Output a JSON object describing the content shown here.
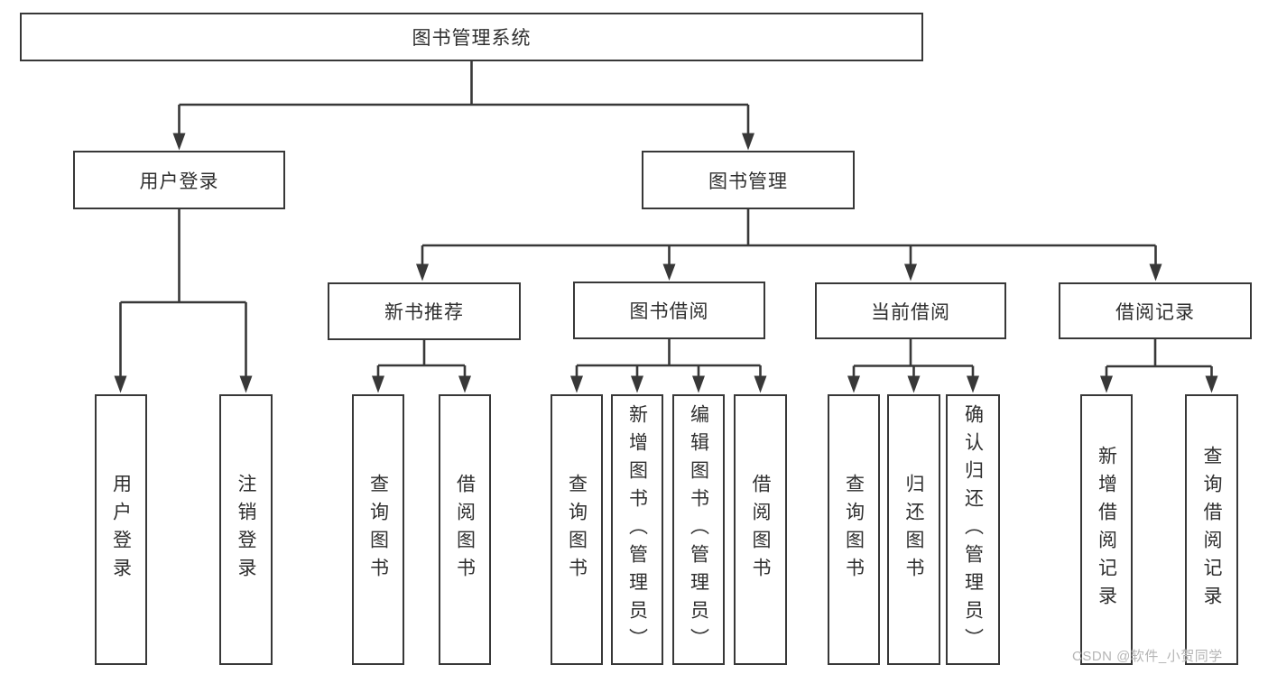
{
  "diagram": {
    "root": {
      "label": "图书管理系统"
    },
    "branches": [
      {
        "label": "用户登录",
        "children": [
          {
            "label": "用户登录"
          },
          {
            "label": "注销登录"
          }
        ]
      },
      {
        "label": "图书管理",
        "children": [
          {
            "label": "新书推荐",
            "children": [
              {
                "label": "查询图书"
              },
              {
                "label": "借阅图书"
              }
            ]
          },
          {
            "label": "图书借阅",
            "children": [
              {
                "label": "查询图书"
              },
              {
                "label": "新增图书（管理员）"
              },
              {
                "label": "编辑图书（管理员）"
              },
              {
                "label": "借阅图书"
              }
            ]
          },
          {
            "label": "当前借阅",
            "children": [
              {
                "label": "查询图书"
              },
              {
                "label": "归还图书"
              },
              {
                "label": "确认归还（管理员）"
              }
            ]
          },
          {
            "label": "借阅记录",
            "children": [
              {
                "label": "新增借阅记录"
              },
              {
                "label": "查询借阅记录"
              }
            ]
          }
        ]
      }
    ]
  },
  "watermark": {
    "text": "CSDN @软件_小贺同学",
    "color": "#b5b5b5"
  },
  "colors": {
    "line": "#383838",
    "box_border": "#383838",
    "text": "#2f2f2f",
    "background": "#ffffff"
  }
}
